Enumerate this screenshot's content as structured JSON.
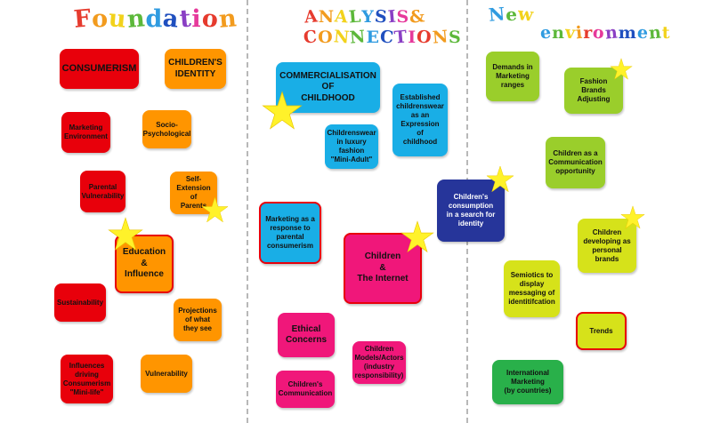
{
  "columns": [
    {
      "id": "foundation",
      "title": "Foundation",
      "letter_colors": [
        "#e63b2e",
        "#f29b1e",
        "#f2d21b",
        "#5cb83a",
        "#2f9be0",
        "#1f4fbf",
        "#8a3fc4",
        "#e6399b",
        "#e63b2e",
        "#f29b1e"
      ]
    },
    {
      "id": "analysis",
      "line1": "ANALYSIS &",
      "line2": "CONNECTIONS",
      "letter_colors": [
        "#e63b2e",
        "#f29b1e",
        "#f2d21b",
        "#5cb83a",
        "#2f9be0",
        "#1f4fbf",
        "#8a3fc4",
        "#e6399b",
        "#e63b2e",
        "#f29b1e",
        "#5cb83a"
      ]
    },
    {
      "id": "environment",
      "line1": "New",
      "line2": "environment",
      "letter_colors": [
        "#2f9be0",
        "#5cb83a",
        "#f2d21b",
        "#f29b1e",
        "#e63b2e",
        "#e6399b",
        "#8a3fc4",
        "#1f4fbf",
        "#2f9be0",
        "#5cb83a",
        "#f2d21b"
      ]
    }
  ],
  "colors": {
    "red": "#e8000b",
    "orange": "#ff9500",
    "cyan": "#19aee6",
    "navy": "#26359a",
    "magenta": "#f0177a",
    "lime": "#9ace2b",
    "yellow_green": "#d6e21a",
    "green": "#29b04a",
    "border_red": "#e8000b",
    "star": "#fff22a"
  },
  "cards": [
    {
      "id": "consumerism",
      "text": "CONSUMERISM",
      "color": "red",
      "text_color": "#111111"
    },
    {
      "id": "childrens-identity",
      "text": "CHILDREN'S\nIDENTITY",
      "color": "orange",
      "text_color": "#111111"
    },
    {
      "id": "marketing-environment",
      "text": "Marketing\nEnvironment",
      "color": "red",
      "text_color": "#111111"
    },
    {
      "id": "socio-psychological",
      "text": "Socio-\nPsychological",
      "color": "orange",
      "text_color": "#111111"
    },
    {
      "id": "parental-vulnerability",
      "text": "Parental\nVulnerability",
      "color": "red",
      "text_color": "#111111"
    },
    {
      "id": "self-extension",
      "text": "Self-\nExtension of\nParents",
      "color": "orange",
      "text_color": "#111111",
      "star": true
    },
    {
      "id": "education-influence",
      "text": "Education\n&\nInfluence",
      "color": "orange",
      "text_color": "#111111",
      "border": true,
      "star": true
    },
    {
      "id": "sustainability",
      "text": "Sustainability",
      "color": "red",
      "text_color": "#111111"
    },
    {
      "id": "projections",
      "text": "Projections\nof what\nthey see",
      "color": "orange",
      "text_color": "#111111"
    },
    {
      "id": "influences",
      "text": "Influences\ndriving\nConsumerism\n\"Mini-life\"",
      "color": "red",
      "text_color": "#111111"
    },
    {
      "id": "vulnerability",
      "text": "Vulnerability",
      "color": "orange",
      "text_color": "#111111"
    },
    {
      "id": "commercialisation",
      "text": "COMMERCIALISATION\nOF\nCHILDHOOD",
      "color": "cyan",
      "text_color": "#111111",
      "star": true
    },
    {
      "id": "established-childrenswear",
      "text": "Established\nchildrenswear\nas an\nExpression\nof\nchildhood",
      "color": "cyan",
      "text_color": "#111111"
    },
    {
      "id": "childrenswear-luxury",
      "text": "Childrenswear\nin luxury\nfashion\n\"Mini-Adult\"",
      "color": "cyan",
      "text_color": "#111111"
    },
    {
      "id": "childrens-consumption",
      "text": "Children's\nconsumption\nin a search for\nidentity",
      "color": "navy",
      "text_color": "#ffffff",
      "star": true
    },
    {
      "id": "marketing-response",
      "text": "Marketing as a\nresponse to\nparental\nconsumerism",
      "color": "cyan",
      "text_color": "#111111",
      "border": true
    },
    {
      "id": "children-internet",
      "text": "Children\n&\nThe Internet",
      "color": "magenta",
      "text_color": "#111111",
      "border": true,
      "star": true
    },
    {
      "id": "ethical-concerns",
      "text": "Ethical\nConcerns",
      "color": "magenta",
      "text_color": "#111111"
    },
    {
      "id": "children-models",
      "text": "Children\nModels/Actors\n(industry\nresponsibility)",
      "color": "magenta",
      "text_color": "#111111"
    },
    {
      "id": "childrens-communication",
      "text": "Children's\nCommunication",
      "color": "magenta",
      "text_color": "#111111"
    },
    {
      "id": "demands-marketing",
      "text": "Demands in\nMarketing\nranges",
      "color": "lime",
      "text_color": "#111111"
    },
    {
      "id": "fashion-brands",
      "text": "Fashion Brands\nAdjusting",
      "color": "lime",
      "text_color": "#111111",
      "star": true
    },
    {
      "id": "children-communication-opportunity",
      "text": "Children as a\nCommunication\nopportunity",
      "color": "lime",
      "text_color": "#111111"
    },
    {
      "id": "children-personal-brands",
      "text": "Children\ndeveloping as\npersonal\nbrands",
      "color": "yellow_green",
      "text_color": "#111111",
      "star": true
    },
    {
      "id": "semiotics",
      "text": "Semiotics to\ndisplay\nmessaging of\nidentitifcation",
      "color": "yellow_green",
      "text_color": "#111111"
    },
    {
      "id": "trends",
      "text": "Trends",
      "color": "yellow_green",
      "text_color": "#111111",
      "border": true
    },
    {
      "id": "international-marketing",
      "text": "International\nMarketing\n(by countries)",
      "color": "green",
      "text_color": "#111111"
    }
  ]
}
